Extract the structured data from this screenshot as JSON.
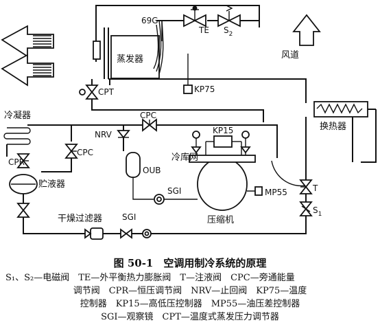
{
  "labels": {
    "g69": "69G",
    "te": "TE",
    "s2": "S",
    "s2_sub": "2",
    "evaporator": "蒸发器",
    "air_duct": "风道",
    "cpt": "CPT",
    "kp75": "KP75",
    "heat_exchanger": "换热器",
    "condenser": "冷凝器",
    "nrv": "NRV",
    "cpc_top": "CPC",
    "kp15": "KP15",
    "cpc_left": "CPC",
    "cpr": "CPR",
    "receiver": "贮液器",
    "oub": "OUB",
    "sgi_mid": "SGI",
    "mp55": "MP55",
    "t": "T",
    "s1": "S",
    "s1_sub": "1",
    "filter_dryer": "干燥过滤器",
    "sgi_bottom": "SGI",
    "compressor": "压缩机",
    "cpr_left": "CPR"
  },
  "caption": {
    "title": "图 50-1　空调用制冷系统的原理",
    "line1": "S₁、S₂—电磁阀　TE—外平衡热力膨胀阀　T—注液阀　CPC—旁通能量",
    "line2": "调节阀　CPR—恒压调节阀　NRV—止回阀　KP75—温度",
    "line3": "控制器　KP15—高低压控制器　MP55—油压差控制器",
    "line4": "SGI—观察镜　CPT—温度式蒸发压力调节器"
  }
}
